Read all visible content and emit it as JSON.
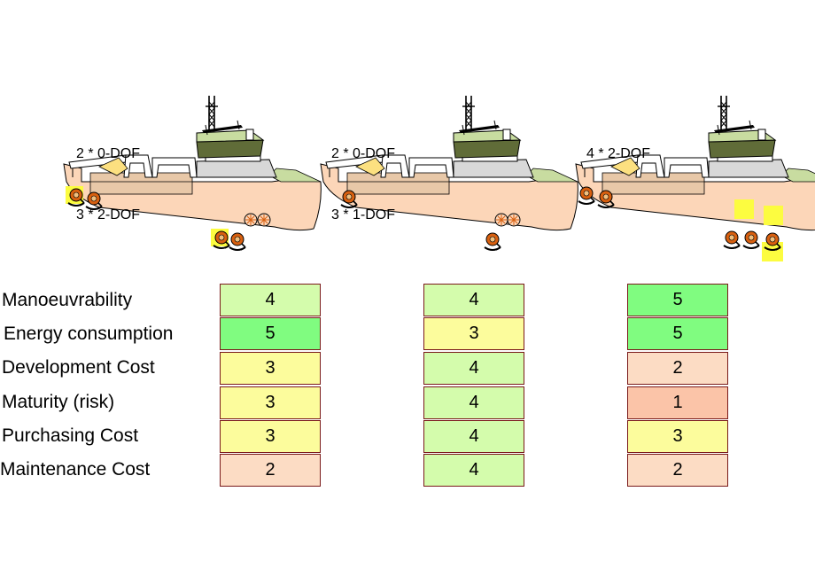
{
  "configurations": [
    {
      "lines": [
        "2 * 0-DOF",
        "3 * 2-DOF"
      ]
    },
    {
      "lines": [
        "2 * 0-DOF",
        "3 * 1-DOF"
      ]
    },
    {
      "lines": [
        "4 * 2-DOF"
      ]
    }
  ],
  "criteria": [
    "Manoeuvrability",
    "Energy consumption",
    "Development Cost",
    "Maturity (risk)",
    "Purchasing Cost",
    "Maintenance Cost"
  ],
  "scores": [
    [
      "4",
      "4",
      "5"
    ],
    [
      "5",
      "3",
      "5"
    ],
    [
      "3",
      "4",
      "2"
    ],
    [
      "3",
      "4",
      "1"
    ],
    [
      "3",
      "4",
      "3"
    ],
    [
      "2",
      "4",
      "2"
    ]
  ],
  "score_colors": {
    "1": "#fbc4a8",
    "2": "#fcdcc4",
    "3": "#fcfc9c",
    "4": "#d4fcac",
    "5": "#80fc80"
  },
  "ship_colors": {
    "hull": "#fcd6b8",
    "deck": "#c8dca0",
    "bridge": "#606c38",
    "marker": "#fcfc40",
    "propeller": "#d86010"
  }
}
